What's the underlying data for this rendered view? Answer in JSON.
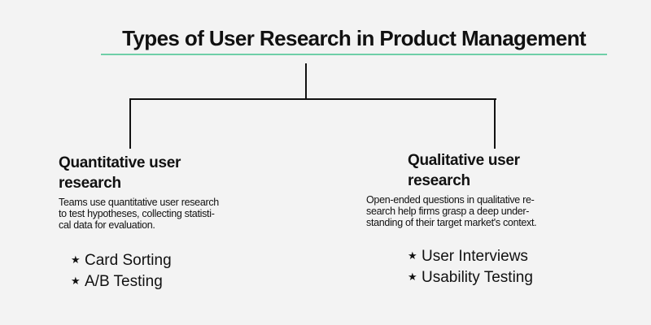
{
  "title": "Types of User Research in Product Management",
  "colors": {
    "underline": "#6fcfa8",
    "lines": "#111111"
  },
  "branches": [
    {
      "heading_lines": [
        "Quantitative user",
        "research"
      ],
      "description_lines": [
        "Teams use quantitative user research",
        "to test hypotheses, collecting statisti-",
        "cal data for evaluation."
      ],
      "icon": "star-icon",
      "items": [
        "Card Sorting",
        "A/B Testing"
      ]
    },
    {
      "heading_lines": [
        "Qualitative user",
        "research"
      ],
      "description_lines": [
        "Open-ended questions in qualitative re-",
        "search help firms grasp a deep under-",
        "standing of their target market's context."
      ],
      "icon": "star-icon",
      "items": [
        "User Interviews",
        "Usability Testing"
      ]
    }
  ]
}
